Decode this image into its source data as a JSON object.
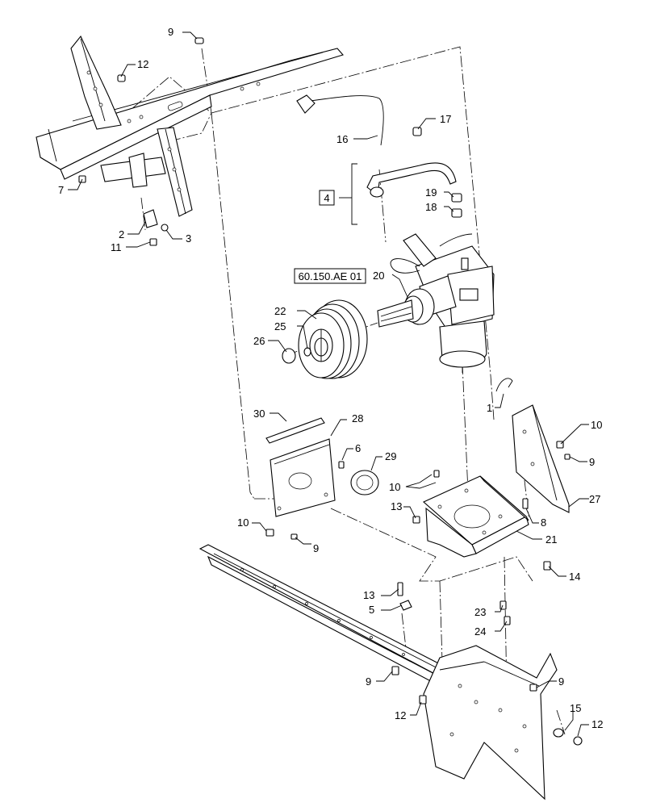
{
  "diagram": {
    "reference_box": "60.150.AE 01",
    "group_box": "4",
    "callouts": [
      {
        "id": "c1",
        "text": "1"
      },
      {
        "id": "c2",
        "text": "2"
      },
      {
        "id": "c3",
        "text": "3"
      },
      {
        "id": "c4",
        "text": "4"
      },
      {
        "id": "c5",
        "text": "5"
      },
      {
        "id": "c6",
        "text": "6"
      },
      {
        "id": "c7",
        "text": "7"
      },
      {
        "id": "c8",
        "text": "8"
      },
      {
        "id": "c9a",
        "text": "9"
      },
      {
        "id": "c9b",
        "text": "9"
      },
      {
        "id": "c9c",
        "text": "9"
      },
      {
        "id": "c9d",
        "text": "9"
      },
      {
        "id": "c9e",
        "text": "9"
      },
      {
        "id": "c10a",
        "text": "10"
      },
      {
        "id": "c10b",
        "text": "10"
      },
      {
        "id": "c10c",
        "text": "10"
      },
      {
        "id": "c11",
        "text": "11"
      },
      {
        "id": "c12a",
        "text": "12"
      },
      {
        "id": "c12b",
        "text": "12"
      },
      {
        "id": "c12c",
        "text": "12"
      },
      {
        "id": "c13a",
        "text": "13"
      },
      {
        "id": "c13b",
        "text": "13"
      },
      {
        "id": "c14",
        "text": "14"
      },
      {
        "id": "c15",
        "text": "15"
      },
      {
        "id": "c16",
        "text": "16"
      },
      {
        "id": "c17",
        "text": "17"
      },
      {
        "id": "c18",
        "text": "18"
      },
      {
        "id": "c19",
        "text": "19"
      },
      {
        "id": "c20",
        "text": "20"
      },
      {
        "id": "c21",
        "text": "21"
      },
      {
        "id": "c22",
        "text": "22"
      },
      {
        "id": "c23",
        "text": "23"
      },
      {
        "id": "c24",
        "text": "24"
      },
      {
        "id": "c25",
        "text": "25"
      },
      {
        "id": "c26",
        "text": "26"
      },
      {
        "id": "c27",
        "text": "27"
      },
      {
        "id": "c28",
        "text": "28"
      },
      {
        "id": "c29",
        "text": "29"
      },
      {
        "id": "c30",
        "text": "30"
      }
    ]
  }
}
